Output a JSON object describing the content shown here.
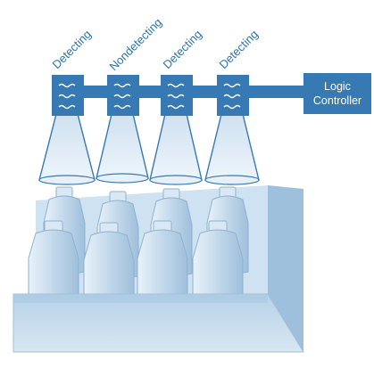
{
  "sensors": [
    {
      "status": "Detecting"
    },
    {
      "status": "Nondetecting"
    },
    {
      "status": "Detecting"
    },
    {
      "status": "Detecting"
    }
  ],
  "controller": {
    "line1": "Logic",
    "line2": "Controller"
  },
  "colors": {
    "sensor_blue": "#3779b2",
    "label_blue": "#2a74ad",
    "box_face": "#bcd6ea",
    "beam": "#dbe9f5",
    "bottle": "#c9dcec"
  }
}
